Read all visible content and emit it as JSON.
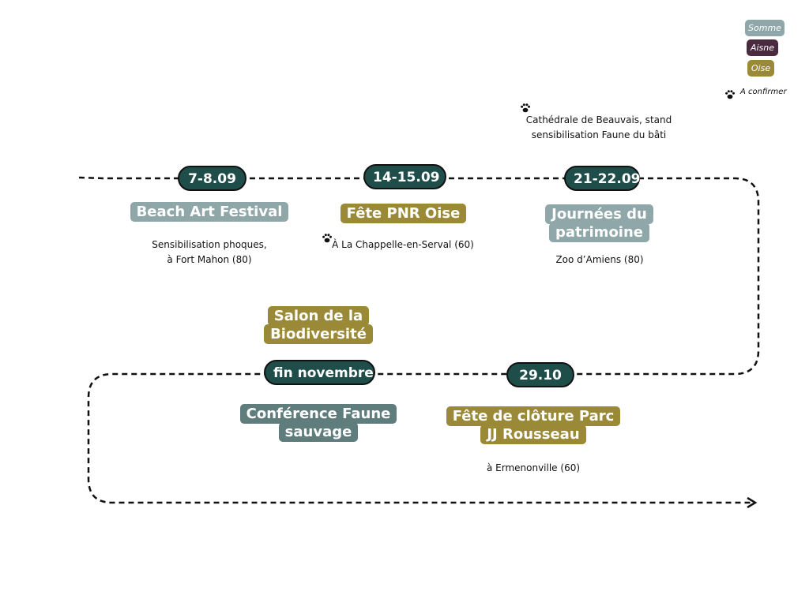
{
  "legend": {
    "items": [
      {
        "label": "Somme",
        "color": "#8fa7a8"
      },
      {
        "label": "Aisne",
        "color": "#4a2a3f"
      },
      {
        "label": "Oise",
        "color": "#9a8a38"
      }
    ],
    "note": "A confirmer",
    "note_icon": "paw-icon"
  },
  "events": {
    "beach": {
      "date": "7-8.09",
      "title": "Beach Art Festival",
      "desc1": "Sensibilisation phoques,",
      "desc2": "à Fort Mahon (80)",
      "color": "#8fa7a8"
    },
    "pnr": {
      "date": "14-15.09",
      "title": "Fête PNR Oise",
      "desc": "À La Chappelle-en-Serval (60)",
      "color": "#9a8a38"
    },
    "patrimoine": {
      "date": "21-22.09",
      "title1": "Journées du",
      "title2": "patrimoine",
      "desc": "Zoo d’Amiens (80)",
      "note1": "Cathédrale de Beauvais, stand",
      "note2": "sensibilisation Faune du bâti",
      "color": "#8fa7a8"
    },
    "salon": {
      "title1": "Salon de la",
      "title2": "Biodiversité",
      "color": "#9a8a38"
    },
    "conference": {
      "date": "fin novembre",
      "title1": "Conférence Faune",
      "title2": "sauvage",
      "color": "#5f7d7d"
    },
    "cloture": {
      "date": "29.10",
      "title1": "Fête de clôture Parc",
      "title2": "JJ Rousseau",
      "desc": "à Ermenonville (60)",
      "color": "#9a8a38"
    }
  }
}
